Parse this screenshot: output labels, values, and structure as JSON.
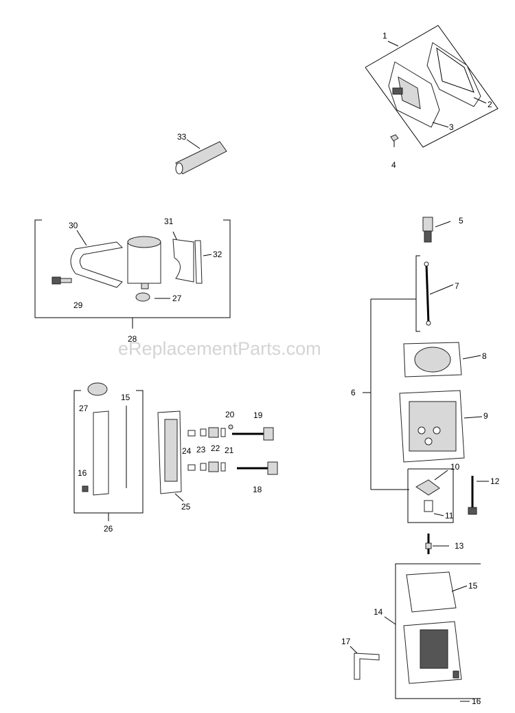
{
  "watermark": "eReplacementParts.com",
  "callouts": {
    "c1": "1",
    "c2": "2",
    "c3": "3",
    "c4": "4",
    "c5": "5",
    "c6": "6",
    "c7": "7",
    "c8": "8",
    "c9": "9",
    "c10": "10",
    "c11": "11",
    "c12": "12",
    "c13": "13",
    "c14": "14",
    "c15a": "15",
    "c15b": "15",
    "c16a": "16",
    "c16b": "16",
    "c17": "17",
    "c18": "18",
    "c19": "19",
    "c20": "20",
    "c21": "21",
    "c22": "22",
    "c23": "23",
    "c24": "24",
    "c25": "25",
    "c26": "26",
    "c27a": "27",
    "c27b": "27",
    "c28": "28",
    "c29": "29",
    "c30": "30",
    "c31": "31",
    "c32": "32",
    "c33": "33"
  }
}
